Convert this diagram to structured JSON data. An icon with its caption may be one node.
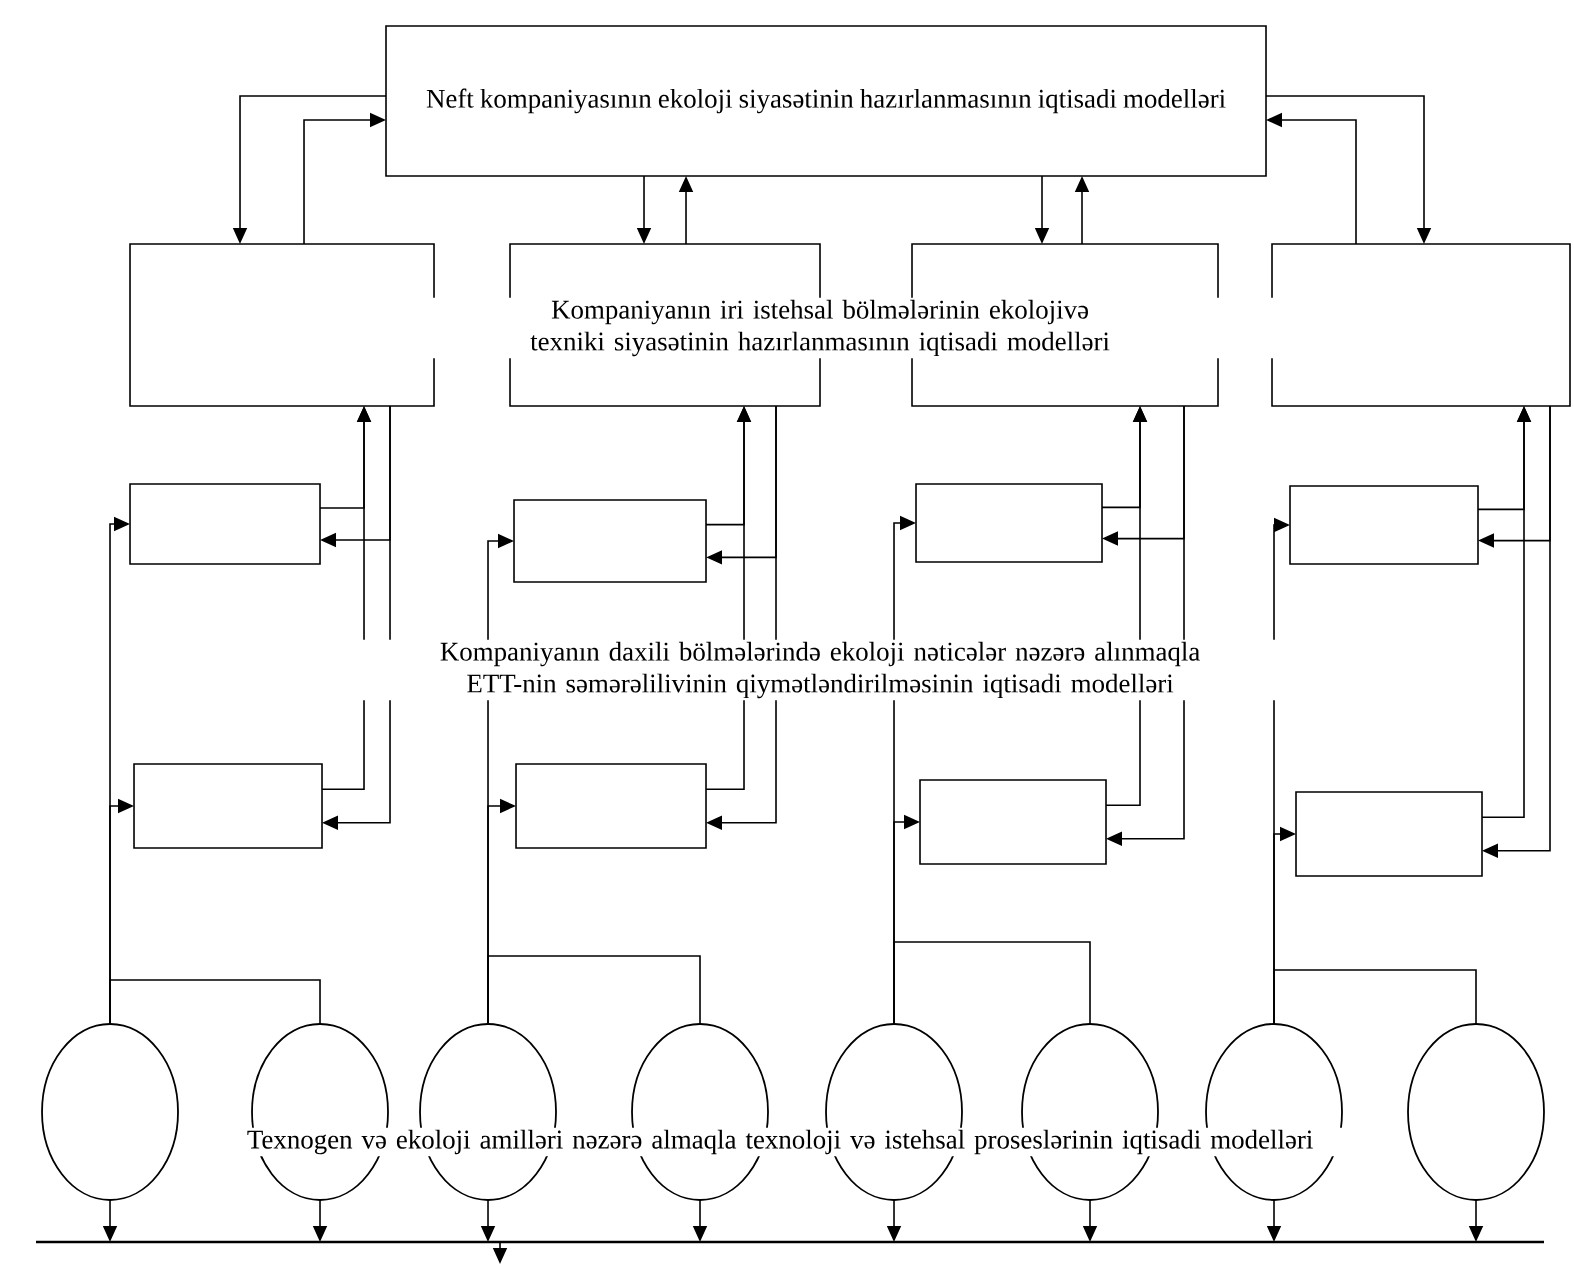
{
  "diagram": {
    "nodes": [
      {
        "text": [
          "Neft kompaniyasının ekoloji siyasətinin hazırlanmasının iqtisadi modelləri"
        ]
      },
      {
        "text": [],
        "shape": "box"
      },
      {
        "text": [],
        "shape": "box"
      },
      {
        "text": [],
        "shape": "box"
      },
      {
        "text": [],
        "shape": "box"
      },
      {
        "text": [],
        "shape": "box"
      },
      {
        "text": [],
        "shape": "box"
      },
      {
        "text": [],
        "shape": "box"
      },
      {
        "text": [],
        "shape": "box"
      },
      {
        "text": [],
        "shape": "box"
      },
      {
        "text": [],
        "shape": "box"
      },
      {
        "text": [],
        "shape": "box"
      },
      {
        "text": [],
        "shape": "box"
      },
      {
        "text": [],
        "shape": "circle"
      },
      {
        "text": [],
        "shape": "circle"
      },
      {
        "text": [],
        "shape": "circle"
      },
      {
        "text": [],
        "shape": "circle"
      },
      {
        "text": [],
        "shape": "circle"
      },
      {
        "text": [],
        "shape": "circle"
      },
      {
        "text": [],
        "shape": "circle"
      },
      {
        "text": [],
        "shape": "circle"
      },
      {
        "text": [],
        "shape": "bar"
      }
    ],
    "edges": [
      {
        "from": 0,
        "to": 1,
        "arrow": "to"
      },
      {
        "from": 1,
        "to": 0,
        "arrow": "to"
      },
      {
        "from": 0,
        "to": 2,
        "arrow": "to"
      },
      {
        "from": 2,
        "to": 0,
        "arrow": "to"
      },
      {
        "from": 0,
        "to": 3,
        "arrow": "to"
      },
      {
        "from": 3,
        "to": 0,
        "arrow": "to"
      },
      {
        "from": 0,
        "to": 4,
        "arrow": "to"
      },
      {
        "from": 4,
        "to": 0,
        "arrow": "to"
      },
      {
        "from": 5,
        "to": 1,
        "arrow": "to"
      },
      {
        "from": 1,
        "to": 5,
        "arrow": "to"
      },
      {
        "from": 9,
        "to": 1,
        "arrow": "to"
      },
      {
        "from": 1,
        "to": 9,
        "arrow": "to"
      },
      {
        "from": 6,
        "to": 2,
        "arrow": "to"
      },
      {
        "from": 2,
        "to": 6,
        "arrow": "to"
      },
      {
        "from": 10,
        "to": 2,
        "arrow": "to"
      },
      {
        "from": 2,
        "to": 10,
        "arrow": "to"
      },
      {
        "from": 7,
        "to": 3,
        "arrow": "to"
      },
      {
        "from": 3,
        "to": 7,
        "arrow": "to"
      },
      {
        "from": 11,
        "to": 3,
        "arrow": "to"
      },
      {
        "from": 3,
        "to": 11,
        "arrow": "to"
      },
      {
        "from": 8,
        "to": 4,
        "arrow": "to"
      },
      {
        "from": 4,
        "to": 8,
        "arrow": "to"
      },
      {
        "from": 12,
        "to": 4,
        "arrow": "to"
      },
      {
        "from": 4,
        "to": 12,
        "arrow": "to"
      },
      {
        "from": 13,
        "to": 5,
        "arrow": "to"
      },
      {
        "from": 13,
        "to": 9,
        "arrow": "to"
      },
      {
        "from": 14,
        "to": 13,
        "arrow": "none"
      },
      {
        "from": 15,
        "to": 6,
        "arrow": "to"
      },
      {
        "from": 15,
        "to": 10,
        "arrow": "to"
      },
      {
        "from": 16,
        "to": 15,
        "arrow": "none"
      },
      {
        "from": 17,
        "to": 7,
        "arrow": "to"
      },
      {
        "from": 17,
        "to": 11,
        "arrow": "to"
      },
      {
        "from": 18,
        "to": 17,
        "arrow": "none"
      },
      {
        "from": 19,
        "to": 8,
        "arrow": "to"
      },
      {
        "from": 19,
        "to": 12,
        "arrow": "to"
      },
      {
        "from": 20,
        "to": 19,
        "arrow": "none"
      },
      {
        "from": 13,
        "to": 21,
        "arrow": "to"
      },
      {
        "from": 14,
        "to": 21,
        "arrow": "to"
      },
      {
        "from": 15,
        "to": 21,
        "arrow": "to"
      },
      {
        "from": 16,
        "to": 21,
        "arrow": "to"
      },
      {
        "from": 17,
        "to": 21,
        "arrow": "to"
      },
      {
        "from": 18,
        "to": 21,
        "arrow": "to"
      },
      {
        "from": 19,
        "to": 21,
        "arrow": "to"
      },
      {
        "from": 20,
        "to": 21,
        "arrow": "to"
      },
      {
        "from": 21,
        "to": null,
        "arrow": "to"
      }
    ],
    "labels": [
      "Kompaniyanın iri istehsal bölmələrinin ekolojivə texniki siyasətinin hazırlanmasının iqtisadi modelləri",
      "Kompaniyanın daxili bölmələrində ekoloji nəticələr nəzərə alınmaqla ETT-nin səmərəlilivinin qiymətləndirilməsinin iqtisadi modelləri",
      "Texnogen və ekoloji amilləri nəzərə almaqla texnoloji və istehsal proseslərinin iqtisadi modelləri"
    ]
  }
}
